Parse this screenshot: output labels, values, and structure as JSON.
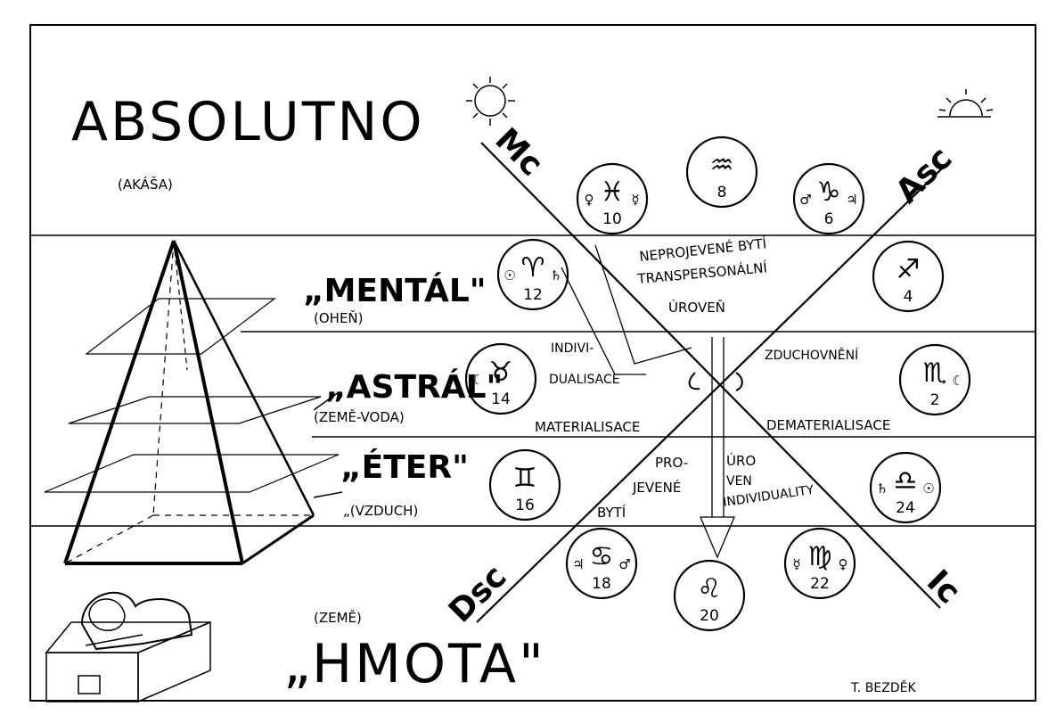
{
  "title": "ABSOLUTNO",
  "title_sub": "(AKÁŠA)",
  "planes": {
    "mental": {
      "label": "„MENTÁL\"",
      "element": "(OHEŇ)"
    },
    "astral": {
      "label": "„ASTRÁL\"",
      "element": "(ZEMĚ-VODA)"
    },
    "eter": {
      "label": "„ÉTER\"",
      "element": "„(VZDUCH)"
    },
    "hmota": {
      "label": "„HMOTA\"",
      "element": "(ZEMĚ)"
    }
  },
  "axes": {
    "mc": "Mc",
    "asc": "Asc",
    "dsc": "Dsc",
    "ic": "Ic"
  },
  "annotations": {
    "neprojevene_1": "NEPROJEVENÉ BYTÍ",
    "neprojevene_2": "TRANSPERSONÁLNÍ",
    "neprojevene_3": "ÚROVEŇ",
    "indiv_1": "INDIVI-",
    "indiv_2": "DUALISACE",
    "zduchovneni": "ZDUCHOVNĚNÍ",
    "materialisace": "MATERIALISACE",
    "dematerialisace": "DEMATERIALISACE",
    "projevene_1": "PRO-",
    "projevene_2": "JEVENÉ",
    "projevene_3": "BYTÍ",
    "uroven_1": "ÚRO",
    "uroven_2": "VEN",
    "uroven_3": "INDIVIDUALITY"
  },
  "signs": [
    {
      "id": "pisces",
      "glyph": "♓",
      "number": "10",
      "planet_left": "♀",
      "planet_right": "☿"
    },
    {
      "id": "aquarius",
      "glyph": "♒",
      "number": "8",
      "planet_left": "",
      "planet_right": ""
    },
    {
      "id": "capricorn",
      "glyph": "♑",
      "number": "6",
      "planet_left": "♂",
      "planet_right": "♃"
    },
    {
      "id": "aries",
      "glyph": "♈",
      "number": "12",
      "planet_left": "☉",
      "planet_right": "♄"
    },
    {
      "id": "sagittarius",
      "glyph": "♐",
      "number": "4",
      "planet_left": "",
      "planet_right": ""
    },
    {
      "id": "taurus",
      "glyph": "♉",
      "number": "14",
      "planet_left": "☾",
      "planet_right": ""
    },
    {
      "id": "scorpio",
      "glyph": "♏",
      "number": "2",
      "planet_left": "",
      "planet_right": "☾"
    },
    {
      "id": "gemini",
      "glyph": "♊",
      "number": "16",
      "planet_left": "",
      "planet_right": ""
    },
    {
      "id": "libra",
      "glyph": "♎",
      "number": "24",
      "planet_left": "♄",
      "planet_right": "☉"
    },
    {
      "id": "cancer",
      "glyph": "♋",
      "number": "18",
      "planet_left": "♃",
      "planet_right": "♂"
    },
    {
      "id": "leo",
      "glyph": "♌",
      "number": "20",
      "planet_left": "",
      "planet_right": ""
    },
    {
      "id": "virgo",
      "glyph": "♍",
      "number": "22",
      "planet_left": "☿",
      "planet_right": "♀"
    }
  ],
  "signature": "T. BEZDĚK"
}
